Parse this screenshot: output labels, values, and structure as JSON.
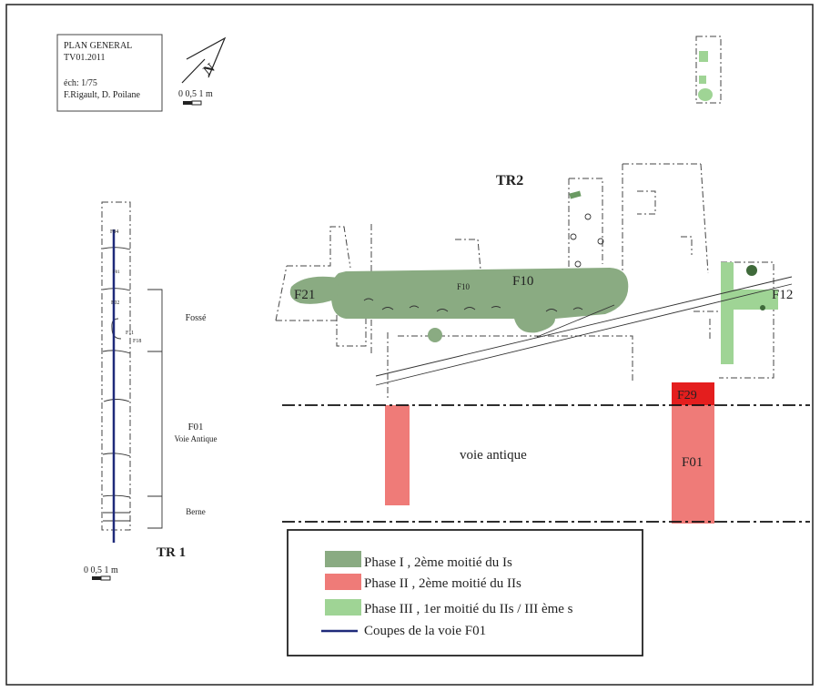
{
  "title_block": {
    "line1": "PLAN GENERAL",
    "line2": "TV01.2011",
    "scale": "éch: 1/75",
    "authors": "F.Rigault, D. Poilane"
  },
  "north_arrow": {
    "label": "N"
  },
  "scale_bar_top": "0  0,5 1 m",
  "scale_bar_tr1": "0 0,5 1 m",
  "tr1": {
    "title": "TR 1",
    "small_labels": [
      "F04",
      "F01",
      "F02",
      "F11",
      "F18"
    ],
    "zones": [
      {
        "name": "Fossé"
      },
      {
        "name": "F01",
        "sub": "Voie Antique"
      },
      {
        "name": "Berne"
      }
    ]
  },
  "tr2": {
    "title": "TR2",
    "labels": {
      "f21": "F21",
      "f10_small": "F10",
      "f10": "F10",
      "f12": "F12",
      "f29": "F29",
      "f01": "F01",
      "voie": "voie antique"
    }
  },
  "legend": {
    "items": [
      {
        "label": "Phase I , 2ème moitié du Is",
        "color": "#8aab82"
      },
      {
        "label": "Phase II , 2ème moitié du IIs",
        "color": "#ef7b78"
      },
      {
        "label": "Phase III , 1er moitié du IIs / III ème s",
        "color": "#9fd495"
      },
      {
        "label": "Coupes de la voie F01",
        "color": "#1f2a7a"
      }
    ]
  },
  "colors": {
    "f29": "#e41e1e",
    "section_line": "#1f2a7a"
  }
}
